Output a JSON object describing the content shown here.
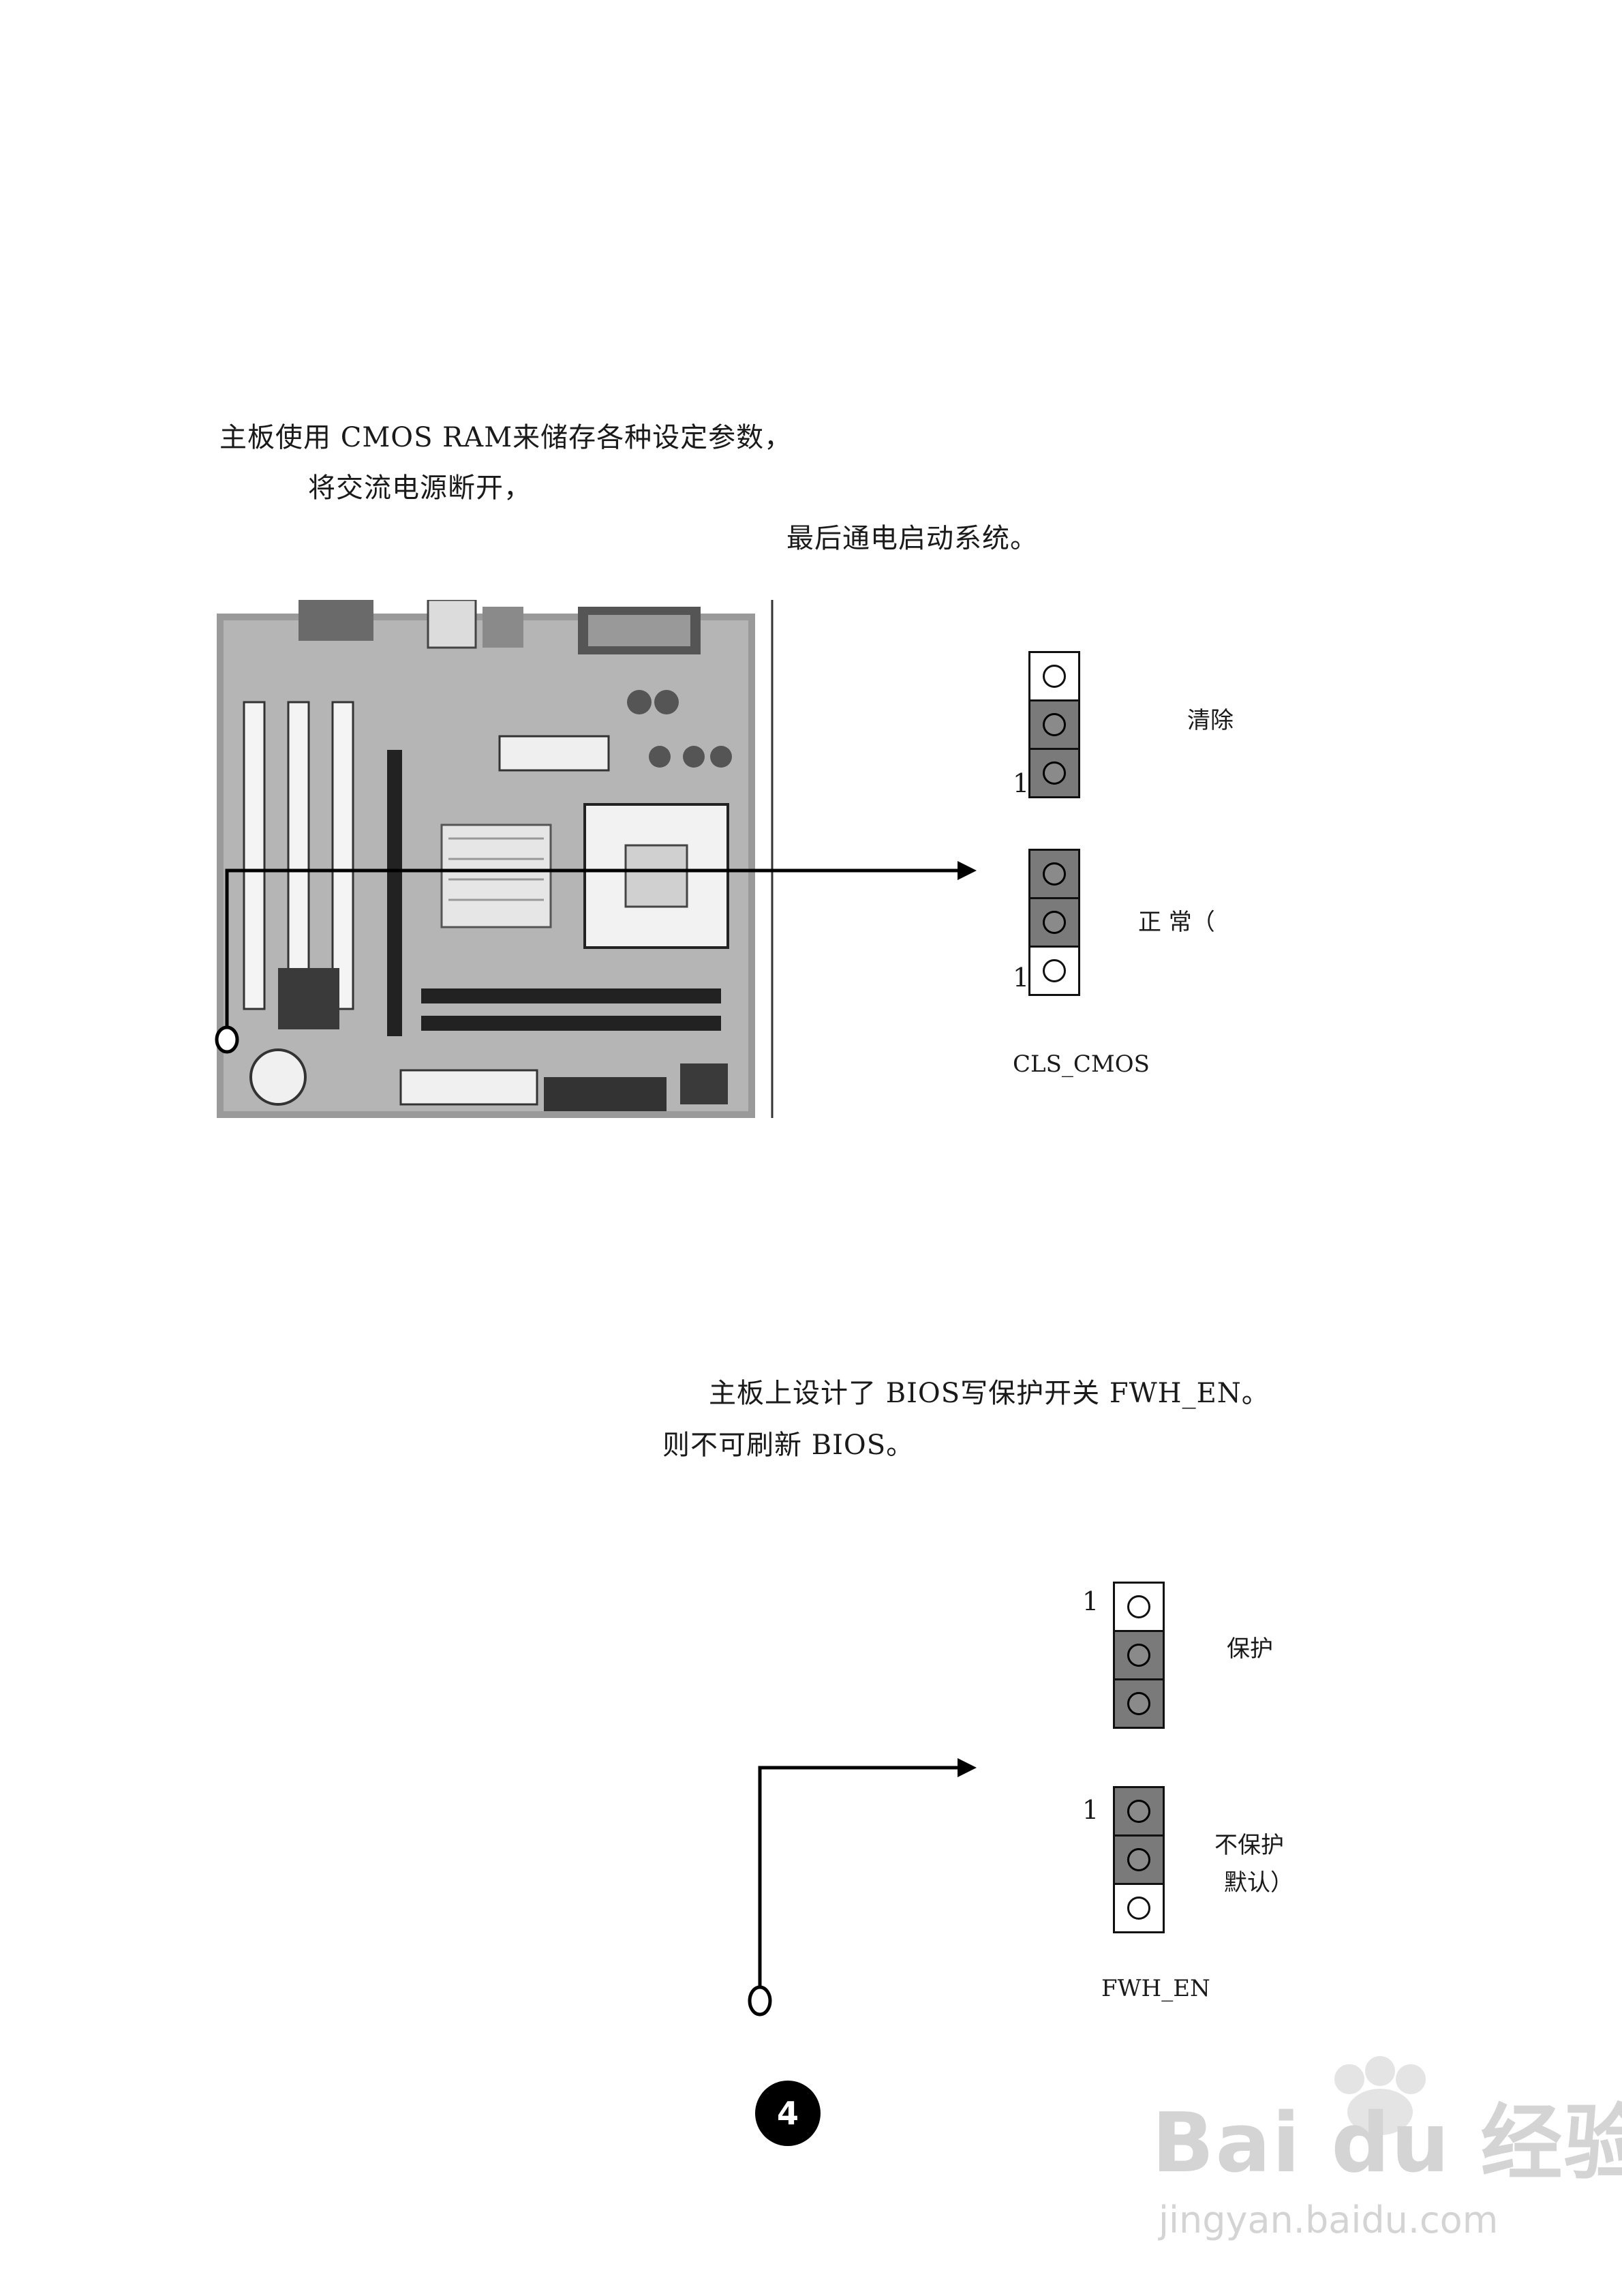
{
  "section_cmos": {
    "line1": "主板使用 CMOS RAM来储存各种设定参数，",
    "line2": "将交流电源断开，",
    "line3": "最后通电启动系统。",
    "jumper_name": "CLS_CMOS",
    "clear_label": "清除",
    "normal_label": "正 常（",
    "pin1_label_a": "1",
    "pin1_label_b": "1"
  },
  "section_bios": {
    "line1": "主板上设计了 BIOS写保护开关 FWH_EN。",
    "line2": "则不可刷新 BIOS。",
    "jumper_name": "FWH_EN",
    "protect_label": "保护",
    "unprotect_label": "不保护",
    "default_label": "默认）",
    "pin1_label_a": "1",
    "pin1_label_b": "1"
  },
  "footer": {
    "page_number": "4"
  },
  "watermark": {
    "brand": "Bai du 经验",
    "url": "jingyan.baidu.com",
    "icon": "paw-icon"
  },
  "colors": {
    "pin_dark": "#7a7a7a",
    "text": "#1a1a1a",
    "watermark": "#d4d4d4"
  }
}
